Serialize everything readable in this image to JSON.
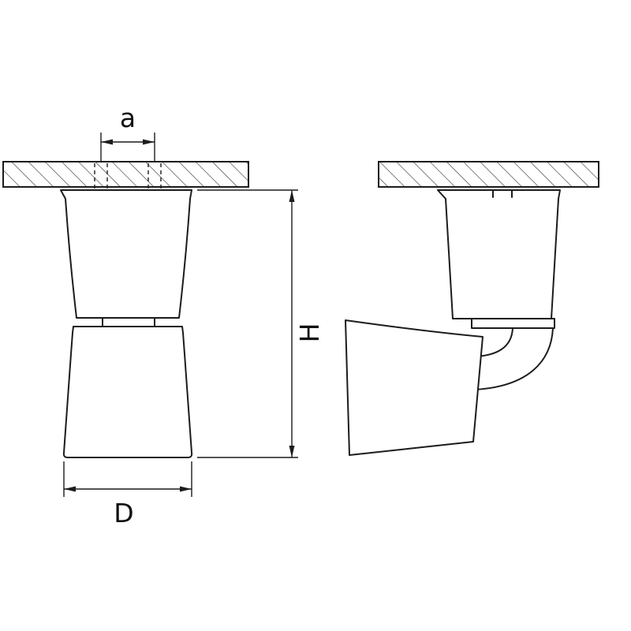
{
  "drawing": {
    "type": "technical-line-drawing",
    "subject": "ceiling-spotlight-two-views",
    "colors": {
      "background": "#ffffff",
      "line": "#1c1c1c"
    },
    "labels": {
      "spacing": "a",
      "diameter": "D",
      "height": "H"
    }
  }
}
